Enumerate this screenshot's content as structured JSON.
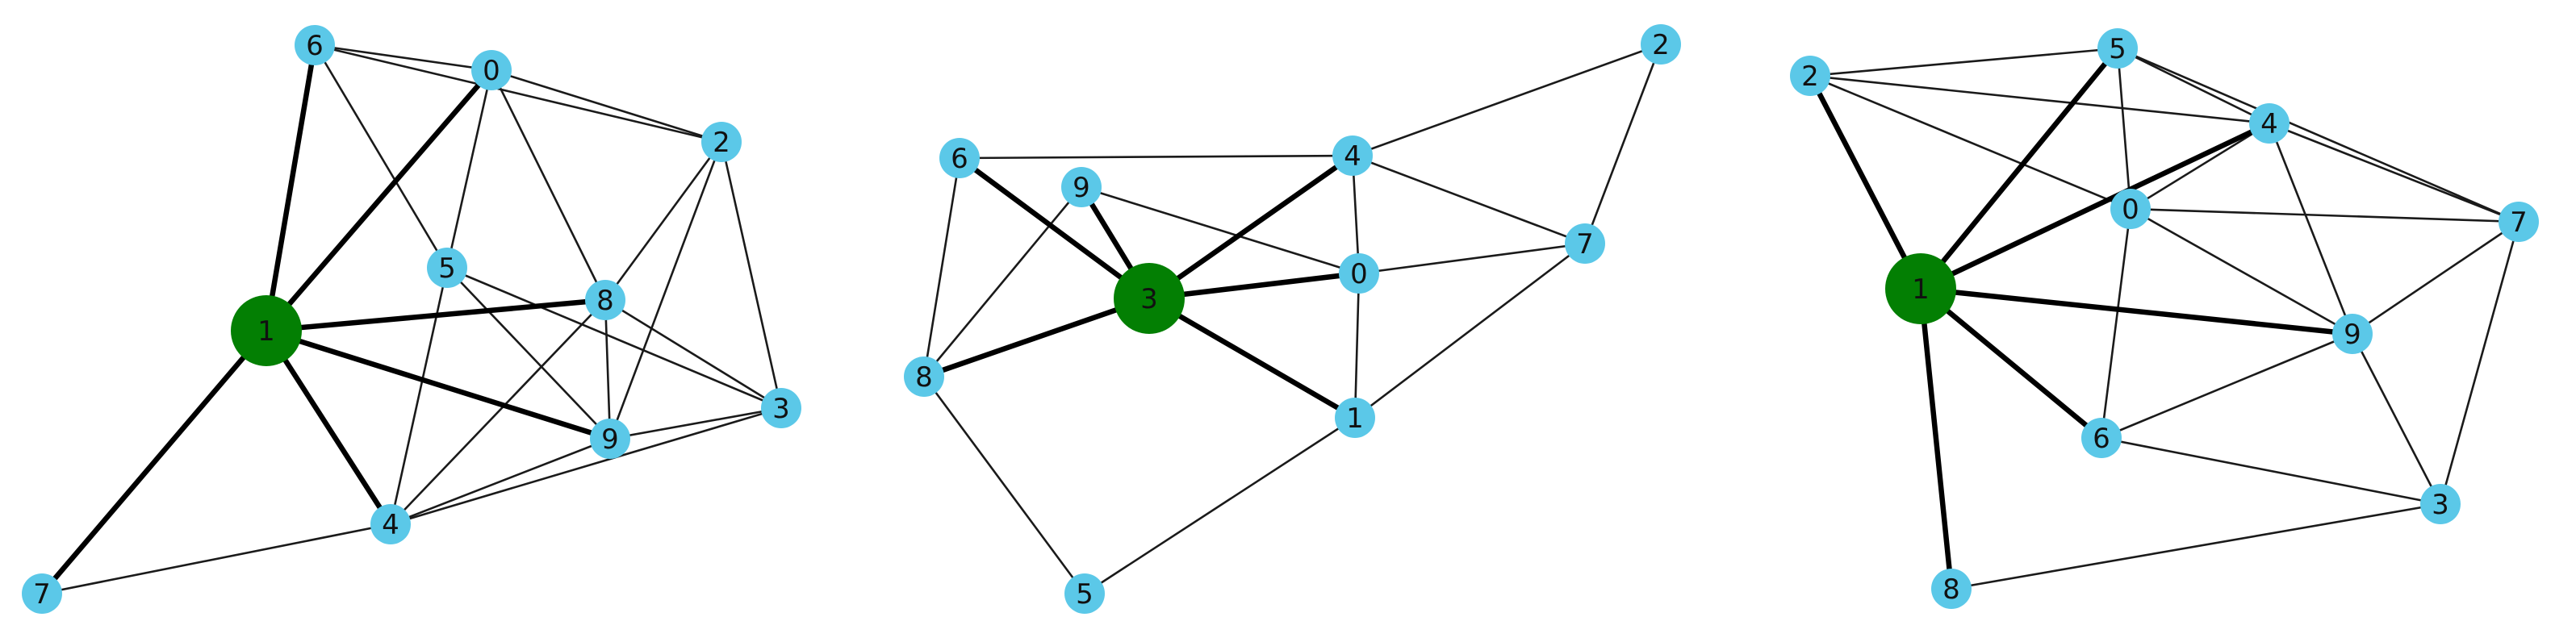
{
  "colors": {
    "node": "#5bc8e8",
    "center_node": "#037f03",
    "edge": "#1a1a1a",
    "bold_edge": "#000000",
    "label": "#111111"
  },
  "graphs": [
    {
      "id": "graph-a",
      "center": "1",
      "nodes": [
        "6",
        "0",
        "2",
        "5",
        "8",
        "1",
        "3",
        "9",
        "4",
        "7"
      ],
      "edges": [
        [
          "6",
          "0"
        ],
        [
          "6",
          "2"
        ],
        [
          "6",
          "5"
        ],
        [
          "0",
          "2"
        ],
        [
          "0",
          "5"
        ],
        [
          "0",
          "8"
        ],
        [
          "2",
          "8"
        ],
        [
          "2",
          "9"
        ],
        [
          "2",
          "3"
        ],
        [
          "5",
          "4"
        ],
        [
          "5",
          "9"
        ],
        [
          "5",
          "3"
        ],
        [
          "8",
          "9"
        ],
        [
          "8",
          "3"
        ],
        [
          "8",
          "4"
        ],
        [
          "9",
          "3"
        ],
        [
          "9",
          "4"
        ],
        [
          "4",
          "3"
        ],
        [
          "4",
          "7"
        ],
        [
          "1",
          "6"
        ],
        [
          "1",
          "0"
        ],
        [
          "1",
          "8"
        ],
        [
          "1",
          "9"
        ],
        [
          "1",
          "4"
        ],
        [
          "1",
          "7"
        ]
      ]
    },
    {
      "id": "graph-b",
      "center": "3",
      "nodes": [
        "2",
        "4",
        "6",
        "9",
        "0",
        "7",
        "3",
        "8",
        "1",
        "5"
      ],
      "edges": [
        [
          "6",
          "4"
        ],
        [
          "6",
          "8"
        ],
        [
          "9",
          "8"
        ],
        [
          "9",
          "0"
        ],
        [
          "4",
          "2"
        ],
        [
          "4",
          "7"
        ],
        [
          "4",
          "0"
        ],
        [
          "2",
          "7"
        ],
        [
          "0",
          "7"
        ],
        [
          "0",
          "1"
        ],
        [
          "7",
          "1"
        ],
        [
          "8",
          "5"
        ],
        [
          "5",
          "1"
        ],
        [
          "3",
          "6"
        ],
        [
          "3",
          "9"
        ],
        [
          "3",
          "4"
        ],
        [
          "3",
          "0"
        ],
        [
          "3",
          "8"
        ],
        [
          "3",
          "1"
        ]
      ]
    },
    {
      "id": "graph-c",
      "center": "1",
      "nodes": [
        "5",
        "2",
        "4",
        "0",
        "7",
        "1",
        "9",
        "6",
        "3",
        "8"
      ],
      "edges": [
        [
          "2",
          "5"
        ],
        [
          "2",
          "4"
        ],
        [
          "2",
          "0"
        ],
        [
          "5",
          "4"
        ],
        [
          "5",
          "0"
        ],
        [
          "5",
          "7"
        ],
        [
          "4",
          "0"
        ],
        [
          "4",
          "9"
        ],
        [
          "4",
          "7"
        ],
        [
          "0",
          "7"
        ],
        [
          "0",
          "9"
        ],
        [
          "0",
          "6"
        ],
        [
          "7",
          "9"
        ],
        [
          "7",
          "3"
        ],
        [
          "9",
          "6"
        ],
        [
          "9",
          "3"
        ],
        [
          "6",
          "3"
        ],
        [
          "3",
          "8"
        ],
        [
          "1",
          "2"
        ],
        [
          "1",
          "5"
        ],
        [
          "1",
          "4"
        ],
        [
          "1",
          "9"
        ],
        [
          "1",
          "6"
        ],
        [
          "1",
          "8"
        ]
      ]
    }
  ]
}
